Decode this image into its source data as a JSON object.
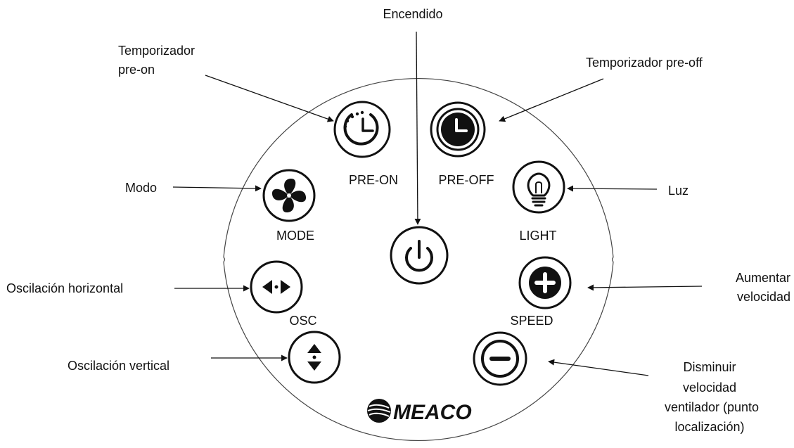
{
  "callouts": {
    "power": "Encendido",
    "pre_on_1": "Temporizador",
    "pre_on_2": "pre-on",
    "pre_off": "Temporizador pre-off",
    "mode": "Modo",
    "light": "Luz",
    "osc_h": "Oscilación horizontal",
    "speed_up_1": "Aumentar",
    "speed_up_2": "velocidad",
    "osc_v": "Oscilación vertical",
    "speed_down_1": "Disminuir",
    "speed_down_2": "velocidad",
    "speed_down_3": "ventilador (punto",
    "speed_down_4": "localización)"
  },
  "buttons": {
    "pre_on": "PRE-ON",
    "pre_off": "PRE-OFF",
    "mode": "MODE",
    "light": "LIGHT",
    "osc": "OSC",
    "speed": "SPEED"
  },
  "brand": "MEACO"
}
